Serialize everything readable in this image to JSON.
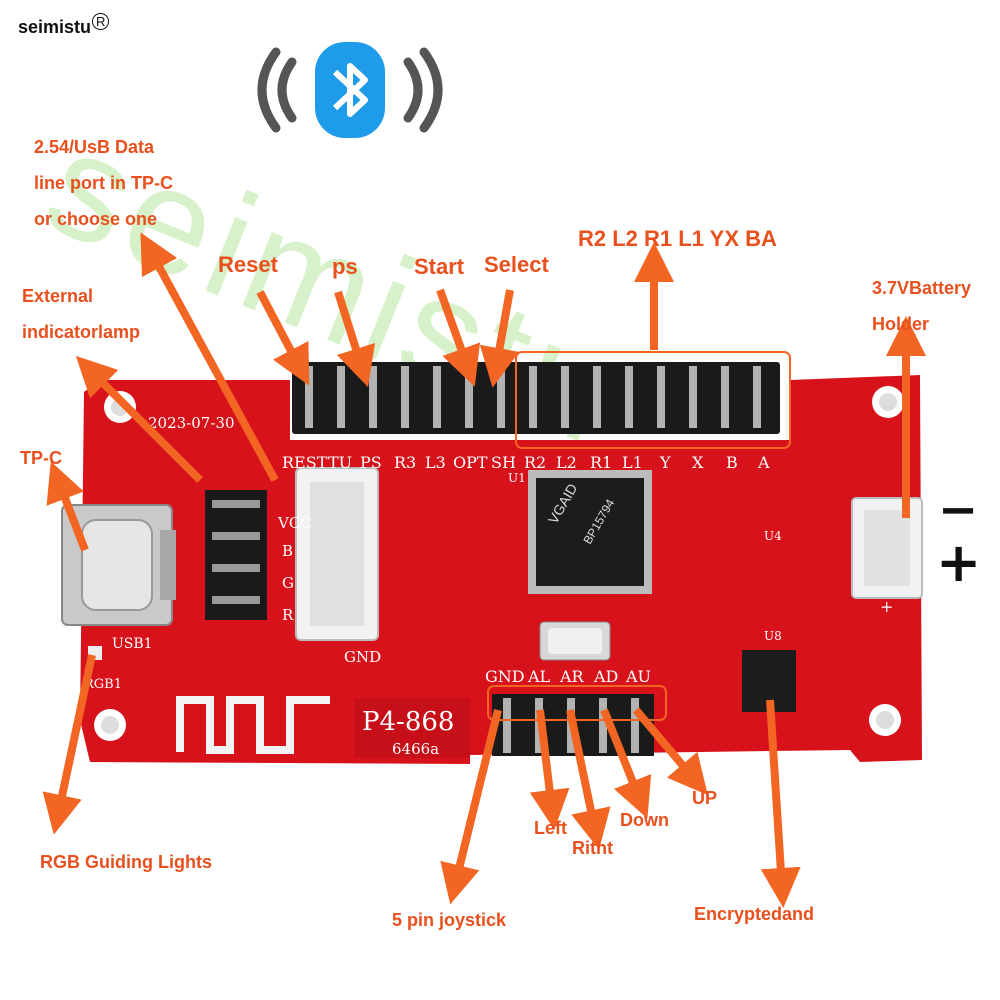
{
  "brand": {
    "name": "seimistu",
    "registered": "R"
  },
  "watermark": "seimistu",
  "colors": {
    "board": "#d8121b",
    "label": "#e8501e",
    "bluetooth": "#1e9be9",
    "watermark": "#b8e8a0"
  },
  "icons": {
    "bluetooth": "bluetooth-icon"
  },
  "labels": {
    "data_port_line1": "2.54/UsB Data",
    "data_port_line2": "line port in TP-C",
    "data_port_line3": "or choose one",
    "external_line1": "External",
    "external_line2": "indicatorlamp",
    "tpc": "TP-C",
    "rgb": "RGB Guiding Lights",
    "reset": "Reset",
    "ps": "ps",
    "start": "Start",
    "select": "Select",
    "buttons_group": "R2 L2 R1 L1 YX BA",
    "battery_line1": "3.7VBattery",
    "battery_line2": "Holder",
    "minus": "−",
    "plus": "+",
    "left": "Left",
    "right": "Ritht",
    "down": "Down",
    "up": "UP",
    "joystick": "5 pin joystick",
    "encrypted": "Encryptedand"
  },
  "silkscreen": {
    "date": "2023-07-30",
    "pins_top": [
      "REST",
      "TU",
      "PS",
      "R3",
      "L3",
      "OPT",
      "SH",
      "R2",
      "L2",
      "R1",
      "L1",
      "Y",
      "X",
      "B",
      "A"
    ],
    "side_pins": [
      "VCC",
      "B",
      "G",
      "R"
    ],
    "gnd": "GND",
    "usb": "USB1",
    "rgb": "RGB1",
    "model": "P4-868",
    "code": "6466a",
    "chip_brand": "VGAID",
    "chip_part": "BP15794",
    "joystick_pins": [
      "GND",
      "AL",
      "AR",
      "AD",
      "AU"
    ],
    "u1": "U1",
    "u4": "U4",
    "u8": "U8",
    "battery_plus": "+"
  }
}
